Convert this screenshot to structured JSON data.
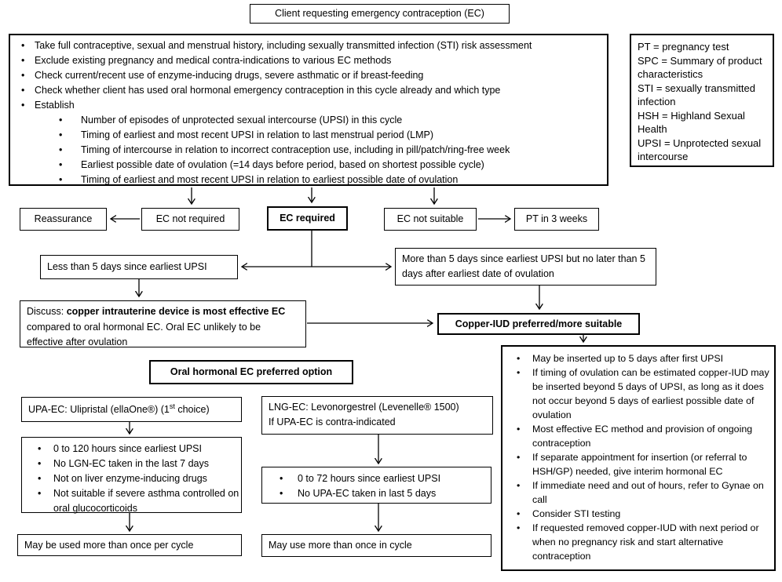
{
  "title_box": {
    "label": "Client requesting emergency contraception (EC)"
  },
  "assessment_box": {
    "bullets": [
      "Take full contraceptive, sexual and menstrual history, including sexually transmitted infection (STI) risk assessment",
      "Exclude existing pregnancy and medical contra-indications to various EC methods",
      "Check current/recent use of enzyme-inducing drugs, severe asthmatic or if breast-feeding",
      "Check whether client has used oral hormonal emergency contraception in this cycle already and which type"
    ],
    "establish_label": "Establish",
    "establish_bullets": [
      "Number of episodes of unprotected sexual intercourse (UPSI) in this cycle",
      "Timing of earliest and most recent UPSI in relation to last menstrual period (LMP)",
      "Timing of intercourse in relation to incorrect contraception use, including in pill/patch/ring-free week",
      "Earliest possible date of ovulation (=14 days before period, based on shortest possible cycle)",
      "Timing of earliest and most recent UPSI in relation to earliest possible date of ovulation"
    ]
  },
  "abbreviations_box": {
    "lines": [
      "PT = pregnancy test",
      "SPC = Summary of product characteristics",
      "STI = sexually transmitted infection",
      "HSH = Highland Sexual Health",
      "UPSI = Unprotected sexual intercourse"
    ]
  },
  "decision_row": {
    "reassurance": "Reassurance",
    "ec_not_required": "EC not required",
    "ec_required": "EC required",
    "ec_not_suitable": "EC not suitable",
    "pt_3_weeks": "PT in 3 weeks"
  },
  "timing_row": {
    "less_than_5": "Less than 5 days since earliest UPSI",
    "more_than_5": "More than 5 days since earliest UPSI but no later than 5 days after earliest date of ovulation"
  },
  "discuss_box": {
    "prefix": "Discuss: ",
    "bold": "copper intrauterine device is most effective EC",
    "rest": " compared to oral hormonal EC. Oral EC unlikely to be effective after ovulation"
  },
  "copper_iud_box": {
    "label": "Copper-IUD preferred/more suitable"
  },
  "copper_iud_details": {
    "bullets": [
      "May be inserted up to 5 days after first UPSI",
      "If timing of ovulation can be estimated copper-IUD may be inserted beyond 5 days of UPSI, as long as it does not occur beyond 5 days of earliest possible date of ovulation",
      "Most effective EC method and provision of ongoing contraception",
      "If separate appointment for insertion (or referral to HSH/GP) needed, give interim hormonal EC",
      "If immediate need and out of hours, refer to Gynae on call",
      "Consider STI testing",
      "If requested removed copper-IUD with next period or when no pregnancy risk and start alternative contraception"
    ]
  },
  "oral_ec_box": {
    "label": "Oral hormonal EC preferred option"
  },
  "upa": {
    "title_main": "UPA-EC: Ulipristal (ellaOne®) (1",
    "title_sup": "st",
    "title_end": " choice)",
    "bullets": [
      "0 to 120 hours since earliest UPSI",
      "No LGN-EC taken in the last 7 days",
      "Not on liver enzyme-inducing drugs",
      "Not suitable if severe asthma controlled on oral glucocorticoids"
    ],
    "footer": "May be used more than once per cycle"
  },
  "lng": {
    "title_line1": "LNG-EC: Levonorgestrel (Levenelle® 1500)",
    "title_line2": "If UPA-EC is contra-indicated",
    "bullets": [
      "0 to 72 hours since earliest UPSI",
      "No UPA-EC taken in last 5 days"
    ],
    "footer": "May use more than once in cycle"
  }
}
